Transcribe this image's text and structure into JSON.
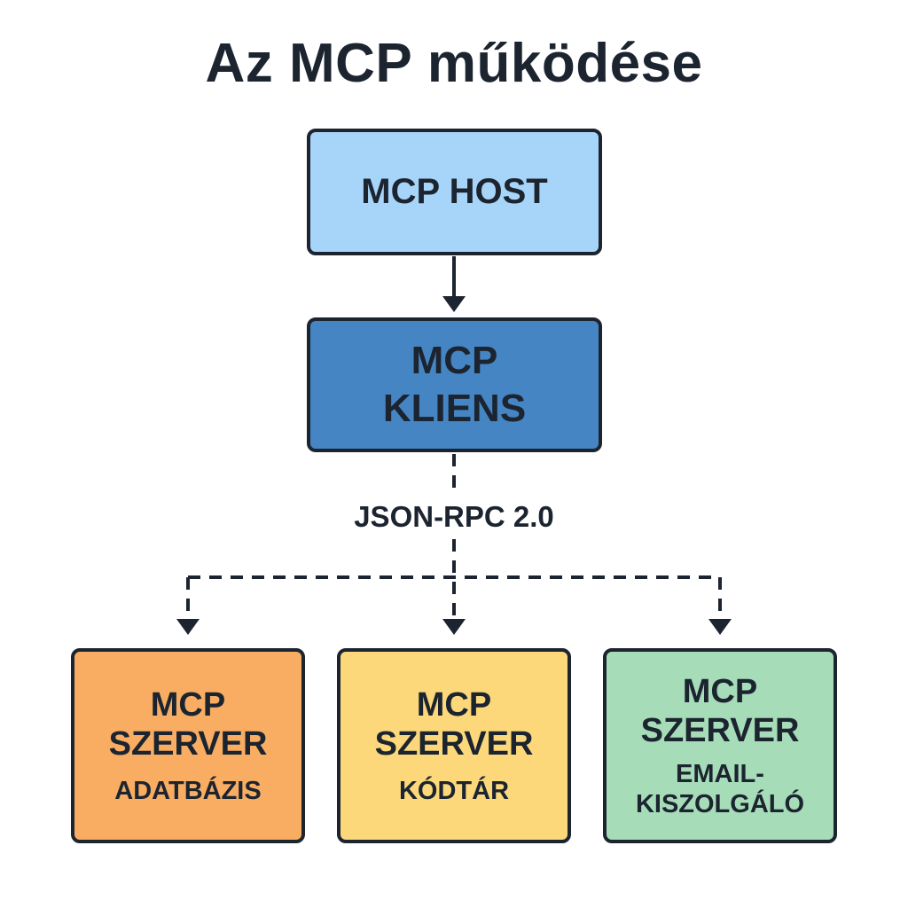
{
  "title": "Az MCP működése",
  "host": {
    "label": "MCP HOST",
    "color": "#a7d5f9"
  },
  "client": {
    "line1": "MCP",
    "line2": "KLIENS",
    "color": "#4585c3"
  },
  "protocol": {
    "label": "JSON-RPC 2.0"
  },
  "servers": [
    {
      "line1": "MCP",
      "line2": "SZERVER",
      "sub1": "ADATBÁZIS",
      "sub2": "",
      "color": "#f9ad62"
    },
    {
      "line1": "MCP",
      "line2": "SZERVER",
      "sub1": "KÓDTÁR",
      "sub2": "",
      "color": "#fcd87a"
    },
    {
      "line1": "MCP",
      "line2": "SZERVER",
      "sub1": "EMAIL-",
      "sub2": "KISZOLGÁLÓ",
      "color": "#a6dcb8"
    }
  ],
  "connectors": {
    "host_to_client": "solid-arrow",
    "client_to_servers": "dashed-arrow"
  }
}
